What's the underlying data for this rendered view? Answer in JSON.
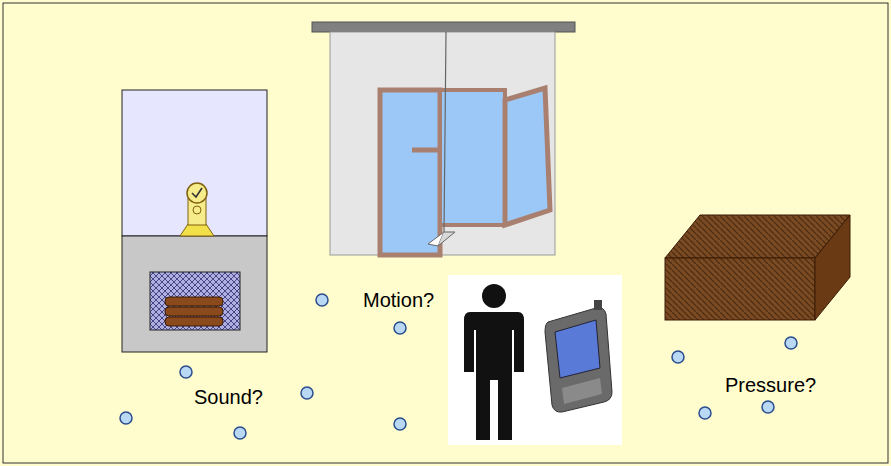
{
  "diagram": {
    "labels": [
      "Motion?",
      "Pressure?",
      "Sound?"
    ]
  }
}
